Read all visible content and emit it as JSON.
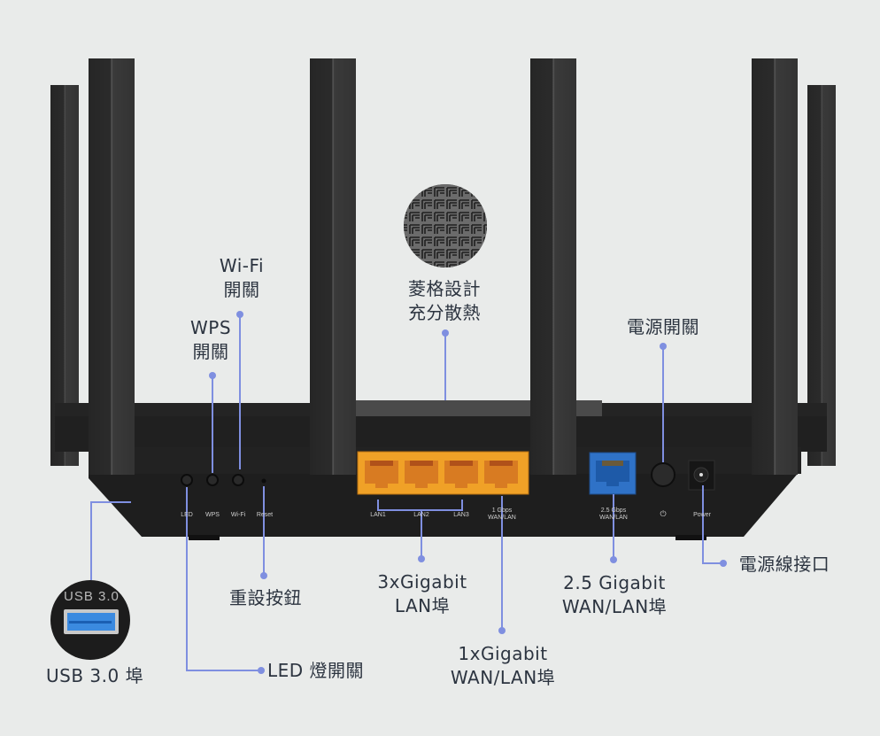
{
  "colors": {
    "background": "#e9ebea",
    "device": "#1c1c1c",
    "leader_line": "#7f8fe0",
    "lan_ports": "#f0a127",
    "wan_25g_port": "#2f72c7",
    "label_text": "#2c3440"
  },
  "callouts": {
    "wifi_switch": [
      "Wi-Fi",
      "開關"
    ],
    "wps_switch": [
      "WPS",
      "開關"
    ],
    "heat_dissipation": [
      "菱格設計",
      "充分散熱"
    ],
    "power_switch": "電源開關",
    "power_connector": "電源線接口",
    "reset_button": "重設按鈕",
    "lan_ports": [
      "3xGigabit",
      "LAN埠"
    ],
    "wan_lan_1g": [
      "1xGigabit",
      "WAN/LAN埠"
    ],
    "wan_lan_25g": [
      "2.5 Gigabit",
      "WAN/LAN埠"
    ],
    "led_switch": "LED 燈開關",
    "usb_port": "USB 3.0 埠"
  },
  "panel_labels": {
    "led": "LED",
    "wps": "WPS",
    "wifi": "Wi-Fi",
    "reset": "Reset",
    "lan1": "LAN1",
    "lan2": "LAN2",
    "lan3": "LAN3",
    "wan_1g": [
      "1 Gbps",
      "WAN/LAN"
    ],
    "wan_25g": [
      "2.5 Gbps",
      "WAN/LAN"
    ],
    "power_symbol": "⏻",
    "power": "Power"
  },
  "usb_inset_text": "USB 3.0"
}
